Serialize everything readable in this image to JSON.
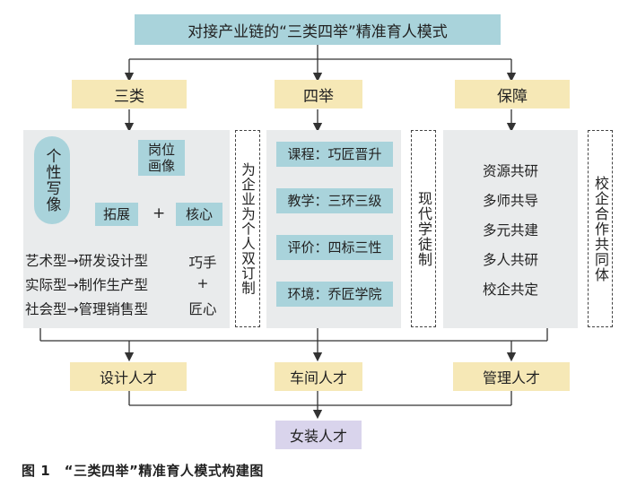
{
  "top_title": "对接产业链的“三类四举”精准育人模式",
  "columns": {
    "left": {
      "title": "三类",
      "oval": "个性写像",
      "portrait_box": "岗位画像",
      "expand": "拓展",
      "plus": "+",
      "core": "核心",
      "rows": [
        "艺术型→研发设计型",
        "实际型→制作生产型",
        "社会型→管理销售型"
      ],
      "right_items": [
        "巧手",
        "+",
        "匠心"
      ]
    },
    "middle": {
      "title": "四举",
      "items": [
        "课程：巧匠晋升",
        "教学：三环三级",
        "评价：四标三性",
        "环境：乔匠学院"
      ]
    },
    "right": {
      "title": "保障",
      "items": [
        "资源共研",
        "多师共导",
        "多元共建",
        "多人共研",
        "校企共定"
      ]
    }
  },
  "side_labels": {
    "left_middle": "为企业为个人双订制",
    "middle_right": "现代学徒制",
    "right_edge": "校企合作共同体"
  },
  "outputs": [
    "设计人才",
    "车间人才",
    "管理人才"
  ],
  "final": "女装人才",
  "caption": "图 1　“三类四举”精准育人模式构建图"
}
